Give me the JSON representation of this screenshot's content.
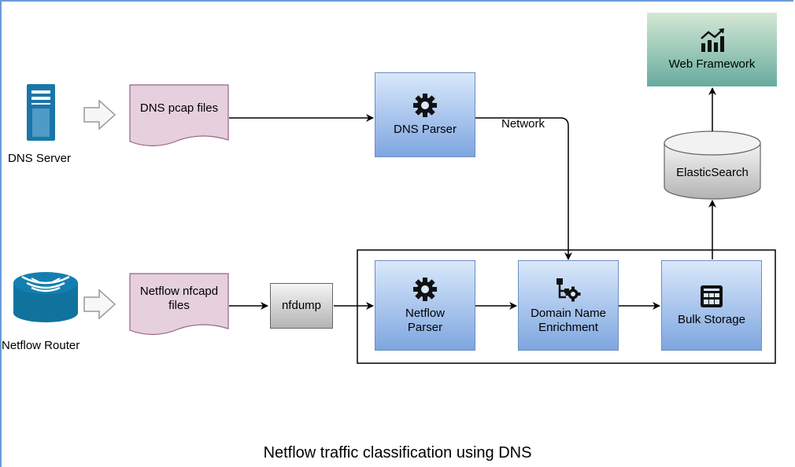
{
  "title": "Netflow traffic classification using DNS",
  "nodes": {
    "dns_server": "DNS Server",
    "netflow_router": "Netflow Router",
    "dns_pcap": "DNS pcap files",
    "netflow_nfcapd": "Netflow nfcapd files",
    "nfdump": "nfdump",
    "dns_parser": "DNS Parser",
    "netflow_parser": "Netflow Parser",
    "domain_name_enrichment": "Domain Name Enrichment",
    "bulk_storage": "Bulk Storage",
    "elasticsearch": "ElasticSearch",
    "web_framework": "Web Framework"
  },
  "edge_labels": {
    "network": "Network"
  },
  "colors": {
    "frame": "#6a9bd8",
    "process_fill_top": "#d9e8fb",
    "process_fill_bottom": "#7ea6e0",
    "document_fill": "#e6d0de",
    "document_stroke": "#996185",
    "web_fill": "#67ab9f",
    "router": "#10739e"
  },
  "icons": [
    "server-icon",
    "router-icon",
    "gear-icon",
    "hierarchy-gear-icon",
    "storage-grid-icon",
    "chart-icon",
    "hollow-arrow-icon"
  ]
}
